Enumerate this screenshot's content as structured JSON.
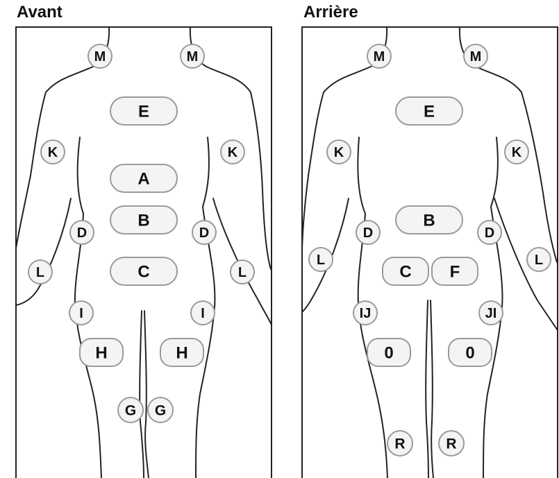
{
  "front": {
    "title": "Avant",
    "markers": {
      "m_left": "M",
      "m_right": "M",
      "e": "E",
      "k_left": "K",
      "k_right": "K",
      "a": "A",
      "b": "B",
      "d_left": "D",
      "d_right": "D",
      "c": "C",
      "l_left": "L",
      "l_right": "L",
      "i_left": "I",
      "i_right": "I",
      "h_left": "H",
      "h_right": "H",
      "g_left": "G",
      "g_right": "G"
    }
  },
  "back": {
    "title": "Arrière",
    "markers": {
      "m_left": "M",
      "m_right": "M",
      "e": "E",
      "k_left": "K",
      "k_right": "K",
      "b": "B",
      "d_left": "D",
      "d_right": "D",
      "c": "C",
      "f": "F",
      "l_left": "L",
      "l_right": "L",
      "j_left": "IJ",
      "j_right": "JI",
      "o_left": "0",
      "o_right": "0",
      "r_left": "R",
      "r_right": "R"
    }
  }
}
